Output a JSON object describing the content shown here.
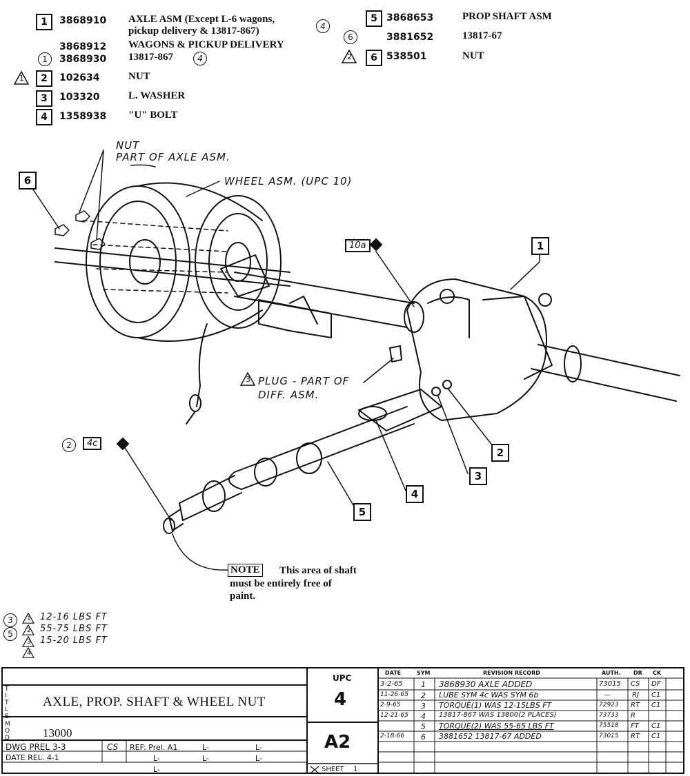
{
  "parts_list": {
    "items": [
      {
        "num": "1",
        "part": "3868910",
        "desc": "AXLE ASM (Except L-6 wagons,",
        "ref": "4"
      },
      {
        "desc": "pickup delivery & 13817-867)"
      },
      {
        "part": "3868912",
        "desc": "WAGONS & PICKUP DELIVERY"
      },
      {
        "circle": "1",
        "part": "3868930",
        "desc": "13817-867",
        "ref": "4"
      },
      {
        "tri": "1",
        "num": "2",
        "part": "102634",
        "desc": "NUT"
      },
      {
        "num": "3",
        "part": "103320",
        "desc": "L. WASHER"
      },
      {
        "num": "4",
        "part": "1358938",
        "desc": "\"U\" BOLT"
      },
      {
        "num": "5",
        "part": "3868653",
        "desc": "PROP SHAFT ASM"
      },
      {
        "circle": "6",
        "part": "3881652",
        "desc": "13817-67"
      },
      {
        "tri": "2",
        "num": "6",
        "part": "538501",
        "desc": "NUT"
      }
    ]
  },
  "diagram": {
    "labels": {
      "nut": "NUT",
      "nut_part": "PART OF AXLE ASM.",
      "wheel": "WHEEL ASM. (UPC 10)",
      "plug1": "PLUG - PART OF",
      "plug2": "DIFF. ASM.",
      "plug_tri": "3",
      "lube_tag_a": "10a",
      "lube_tag_c": "4c",
      "circle_2": "2"
    },
    "callouts": [
      "1",
      "2",
      "3",
      "4",
      "5",
      "6"
    ]
  },
  "note": {
    "label": "NOTE",
    "line1": "This area of shaft",
    "line2": "must be entirely free of",
    "line3": "paint."
  },
  "torque": {
    "rows": [
      {
        "circle": "3",
        "tri": "1",
        "value": "12-16 LBS FT"
      },
      {
        "circle": "5",
        "tri": "2",
        "value": "55-75 LBS FT"
      },
      {
        "tri": "3",
        "value": "15-20 LBS FT"
      },
      {
        "tri": "4",
        "value": ""
      }
    ]
  },
  "title_block": {
    "title_letters": "TITLE",
    "title": "AXLE, PROP. SHAFT & WHEEL NUT",
    "mod_letters": "MOD",
    "mod": "13000",
    "upc_header": "UPC",
    "upc": "4",
    "sheet_code": "A2",
    "sheet_label": "SHEET",
    "sheet_num": "1",
    "dwg": "DWG PREL 3-3",
    "dwg_init": "CS",
    "ref": "REF: Prel. A1",
    "date_rel": "DATE REL. 4-1",
    "l_marks": [
      "L-",
      "L-",
      "L-",
      "L-",
      "L-",
      "L-"
    ],
    "headers": {
      "date": "DATE",
      "sym": "SYM",
      "record": "REVISION RECORD",
      "auth": "AUTH.",
      "dr": "DR",
      "ck": "CK"
    },
    "revisions": [
      {
        "date": "3-2-65",
        "sym": "1",
        "record": "3868930 AXLE ADDED",
        "auth": "73015",
        "dr": "CS",
        "ck": "DF"
      },
      {
        "date": "11-26-65",
        "sym": "2",
        "record": "LUBE SYM 4c WAS SYM 6b",
        "auth": "—",
        "dr": "RJ",
        "ck": "C1"
      },
      {
        "date": "2-9-65",
        "sym": "3",
        "record": "TORQUE(1) WAS 12-15LBS FT",
        "auth": "72923",
        "dr": "RT",
        "ck": "C1"
      },
      {
        "date": "12-21-65",
        "sym": "4",
        "record": "13817-867 WAS 13800(2 PLACES)",
        "auth": "73733",
        "dr": "R",
        "ck": ""
      },
      {
        "date": "",
        "sym": "5",
        "record": "TORQUE(2) WAS 55-65 LBS FT",
        "auth": "75518",
        "dr": "FT",
        "ck": "C1"
      },
      {
        "date": "2-18-66",
        "sym": "6",
        "record": "3881652 13817-67 ADDED",
        "auth": "73015",
        "dr": "RT",
        "ck": "C1"
      }
    ]
  }
}
